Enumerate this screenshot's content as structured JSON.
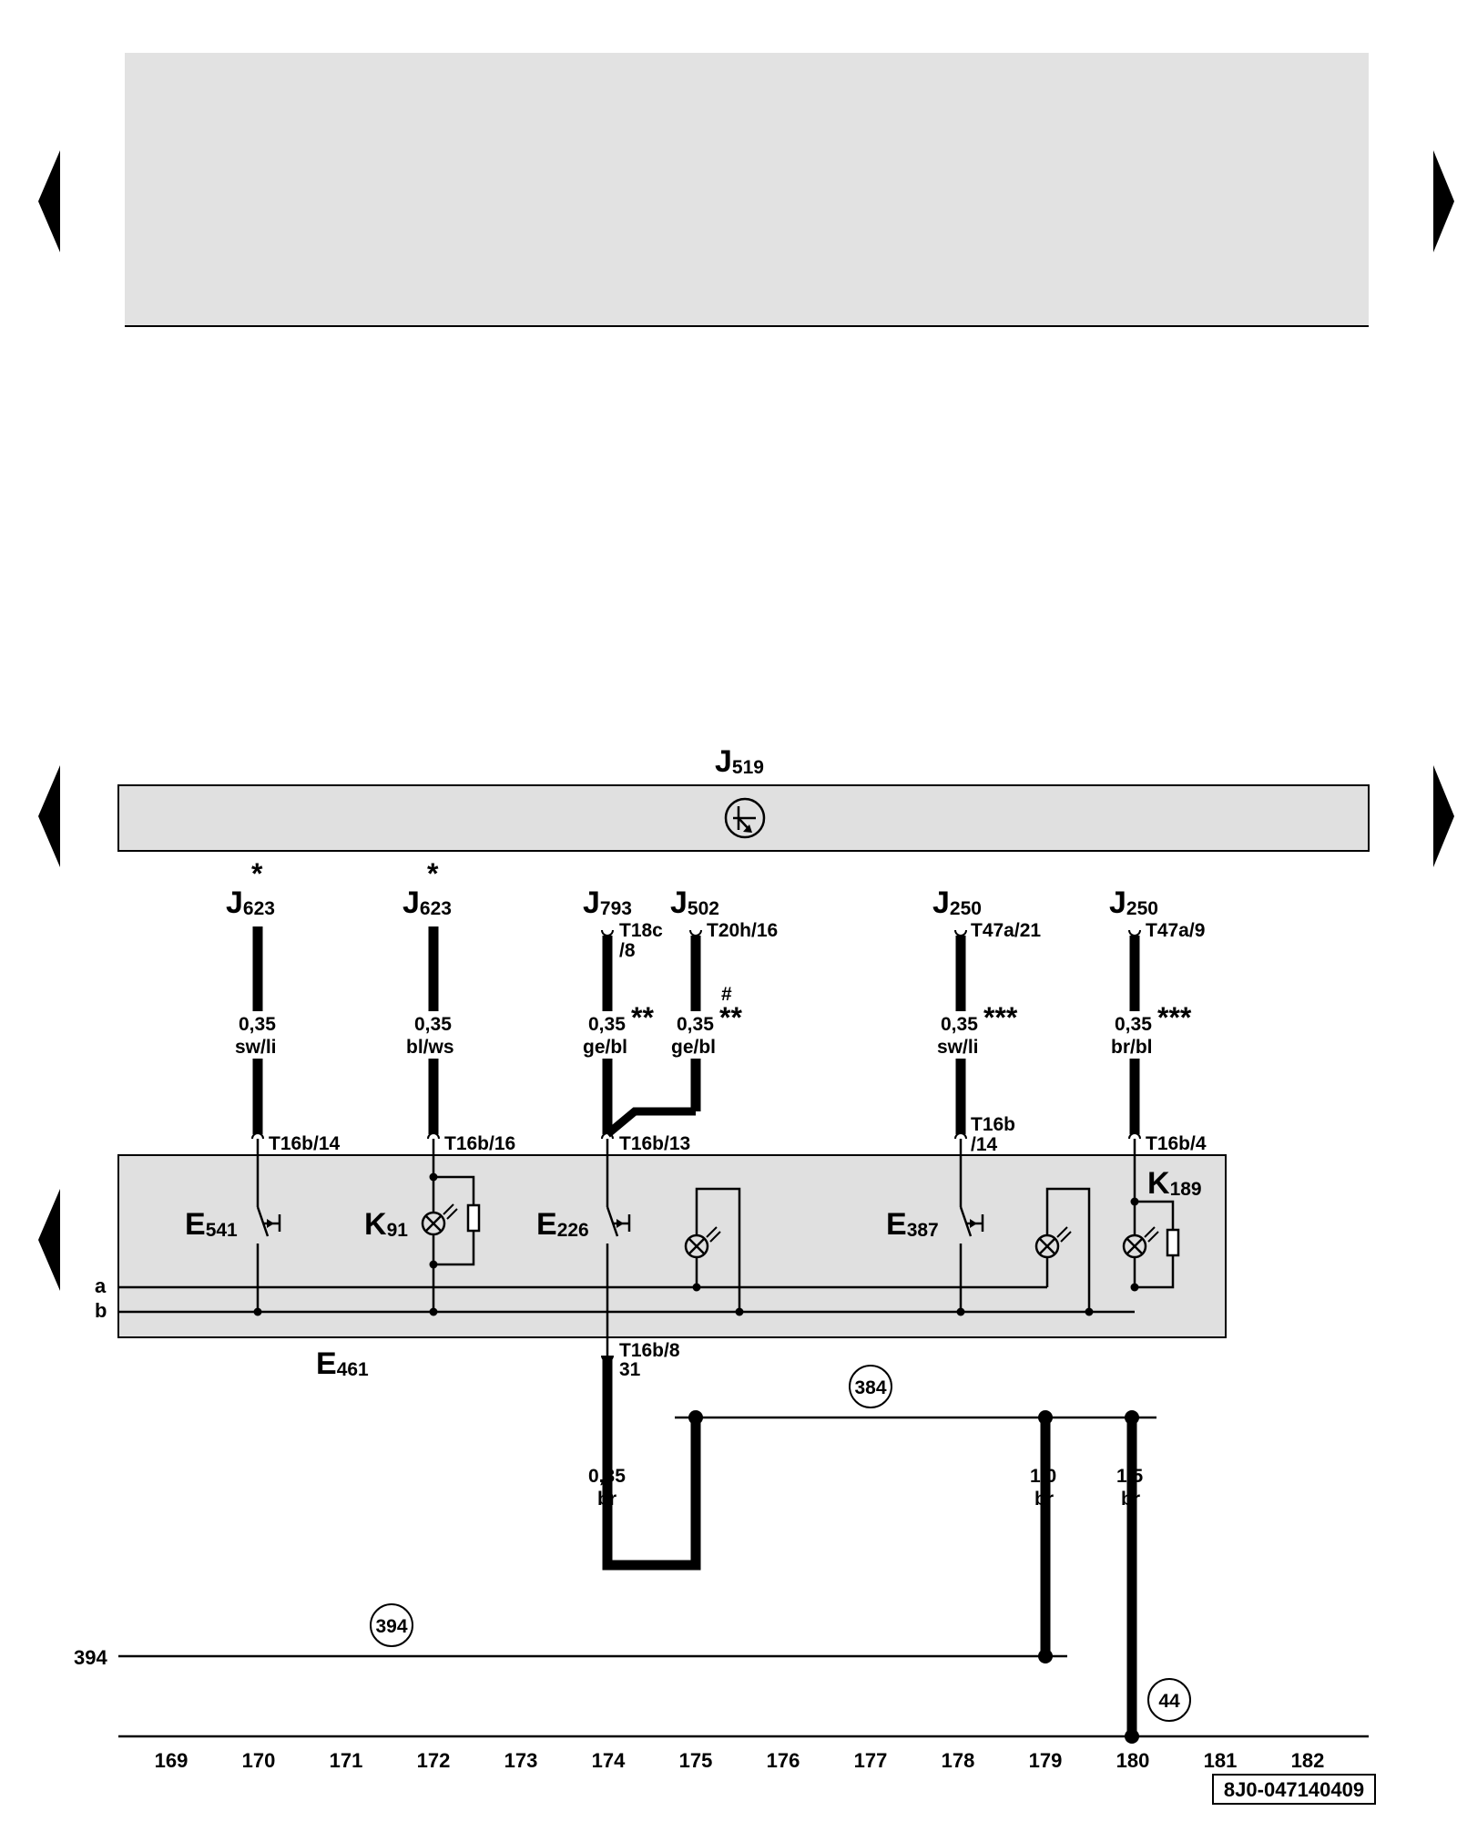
{
  "title_block": {
    "label": "J",
    "sub": "519"
  },
  "components": [
    {
      "id": "J623a",
      "label": "J",
      "sub": "623",
      "star": "*"
    },
    {
      "id": "J623b",
      "label": "J",
      "sub": "623",
      "star": "*"
    },
    {
      "id": "J793",
      "label": "J",
      "sub": "793"
    },
    {
      "id": "J502",
      "label": "J",
      "sub": "502"
    },
    {
      "id": "J250a",
      "label": "J",
      "sub": "250"
    },
    {
      "id": "J250b",
      "label": "J",
      "sub": "250"
    }
  ],
  "connectors_top": [
    "T18c",
    "/8",
    "T20h/16",
    "T47a/21",
    "T47a/9"
  ],
  "wires": [
    {
      "size": "0,35",
      "color": "sw/li",
      "mark": ""
    },
    {
      "size": "0,35",
      "color": "bl/ws",
      "mark": ""
    },
    {
      "size": "0,35",
      "color": "ge/bl",
      "mark": "**"
    },
    {
      "size": "0,35",
      "color": "ge/bl",
      "mark": "**",
      "mark2": "#"
    },
    {
      "size": "0,35",
      "color": "sw/li",
      "mark": "***"
    },
    {
      "size": "0,35",
      "color": "br/bl",
      "mark": "***"
    }
  ],
  "connectors_bottom": [
    "T16b/14",
    "T16b/16",
    "T16b/13",
    "T16b",
    "/14",
    "T16b/4"
  ],
  "inner_components": [
    {
      "label": "E",
      "sub": "541"
    },
    {
      "label": "K",
      "sub": "91"
    },
    {
      "label": "E",
      "sub": "226"
    },
    {
      "label": "E",
      "sub": "387"
    },
    {
      "label": "K",
      "sub": "189"
    }
  ],
  "bus_labels": [
    "a",
    "b"
  ],
  "module": {
    "label": "E",
    "sub": "461"
  },
  "ground_connector": [
    "T16b/8",
    "31"
  ],
  "ground_wires": [
    {
      "size": "0,35",
      "color": "br"
    },
    {
      "size": "1,0",
      "color": "br"
    },
    {
      "size": "1,5",
      "color": "br"
    }
  ],
  "ground_points": [
    "384",
    "394",
    "44"
  ],
  "left_reference": "394",
  "column_numbers": [
    "169",
    "170",
    "171",
    "172",
    "173",
    "174",
    "175",
    "176",
    "177",
    "178",
    "179",
    "180",
    "181",
    "182"
  ],
  "diagram_code": "8J0-047140409"
}
